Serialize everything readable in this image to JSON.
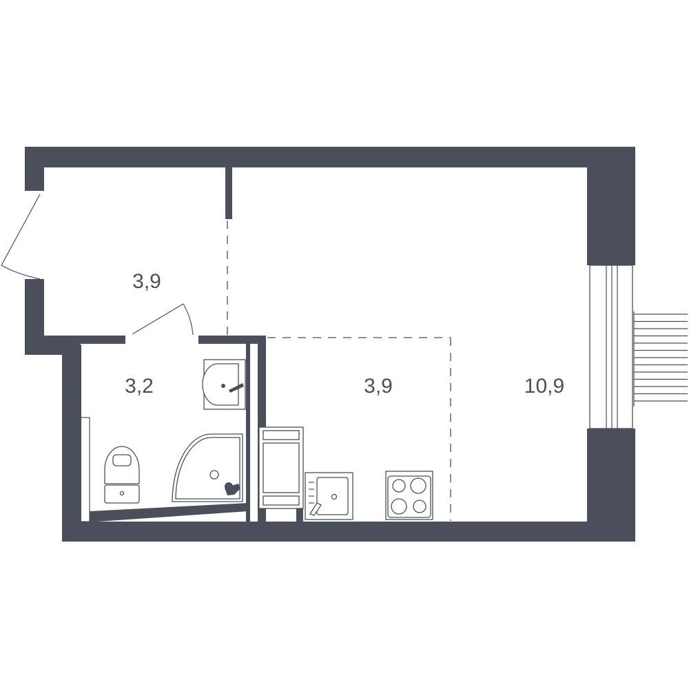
{
  "floorplan": {
    "rooms": [
      {
        "id": "hallway",
        "area": "3,9"
      },
      {
        "id": "bathroom",
        "area": "3,2"
      },
      {
        "id": "kitchen",
        "area": "3,9"
      },
      {
        "id": "living-room",
        "area": "10,9"
      }
    ],
    "colors": {
      "wall": "#4b4f5c",
      "background": "#ffffff"
    }
  }
}
